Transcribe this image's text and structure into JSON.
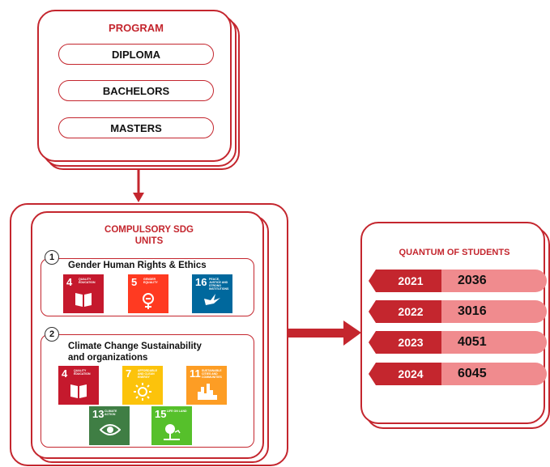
{
  "program": {
    "title": "PROGRAM",
    "options": [
      "DIPLOMA",
      "BACHELORS",
      "MASTERS"
    ]
  },
  "units": {
    "title_line1": "COMPULSORY SDG",
    "title_line2": "UNITS",
    "sections": [
      {
        "number": "1",
        "label": "Gender Human Rights & Ethics",
        "goals": [
          {
            "n": "4",
            "text": "QUALITY EDUCATION",
            "color": "#c5192d",
            "icon": "book-icon"
          },
          {
            "n": "5",
            "text": "GENDER EQUALITY",
            "color": "#ff3a21",
            "icon": "gender-icon"
          },
          {
            "n": "16",
            "text": "PEACE, JUSTICE AND STRONG INSTITUTIONS",
            "color": "#00689d",
            "icon": "dove-icon"
          }
        ]
      },
      {
        "number": "2",
        "label_line1": "Climate Change Sustainability",
        "label_line2": "and organizations",
        "goals": [
          {
            "n": "4",
            "text": "QUALITY EDUCATION",
            "color": "#c5192d",
            "icon": "book-icon"
          },
          {
            "n": "7",
            "text": "AFFORDABLE AND CLEAN ENERGY",
            "color": "#fcc30b",
            "icon": "sun-icon"
          },
          {
            "n": "11",
            "text": "SUSTAINABLE CITIES AND COMMUNITIES",
            "color": "#fd9d24",
            "icon": "city-icon"
          },
          {
            "n": "13",
            "text": "CLIMATE ACTION",
            "color": "#3f7e44",
            "icon": "eye-icon"
          },
          {
            "n": "15",
            "text": "LIFE ON LAND",
            "color": "#56c02b",
            "icon": "tree-icon"
          }
        ]
      }
    ]
  },
  "quantum": {
    "title": "QUANTUM OF STUDENTS",
    "rows": [
      {
        "year": "2021",
        "value": "2036"
      },
      {
        "year": "2022",
        "value": "3016"
      },
      {
        "year": "2023",
        "value": "4051"
      },
      {
        "year": "2024",
        "value": "6045"
      }
    ]
  },
  "colors": {
    "accent": "#c4262e",
    "bar": "#f08b8e"
  }
}
